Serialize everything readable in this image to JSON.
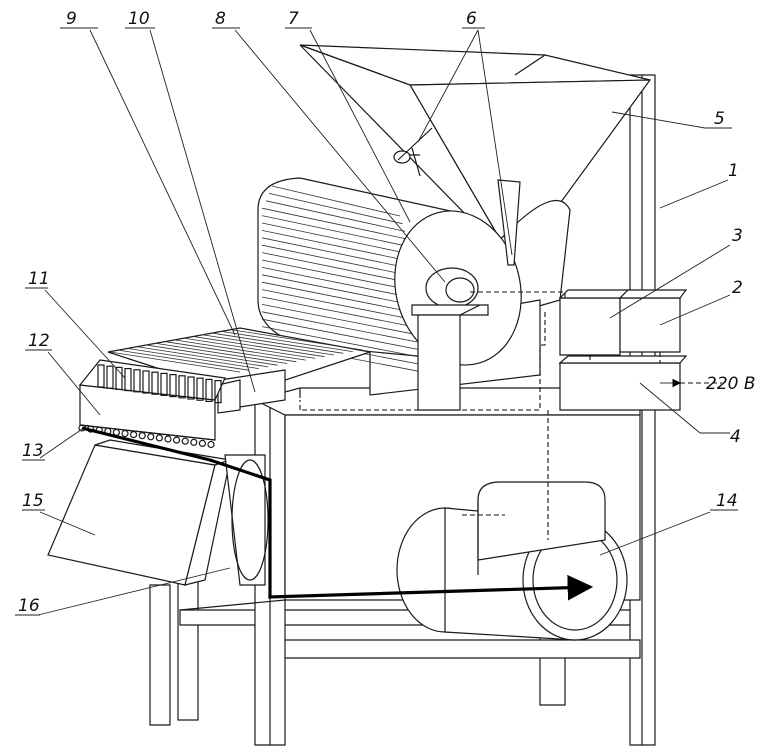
{
  "labels": {
    "l1": "1",
    "l2": "2",
    "l3": "3",
    "l4": "4",
    "l5": "5",
    "l6": "6",
    "l7": "7",
    "l8": "8",
    "l9": "9",
    "l10": "10",
    "l11": "11",
    "l12": "12",
    "l13": "13",
    "l14": "14",
    "l15": "15",
    "l16": "16"
  },
  "power_label": "220 B"
}
